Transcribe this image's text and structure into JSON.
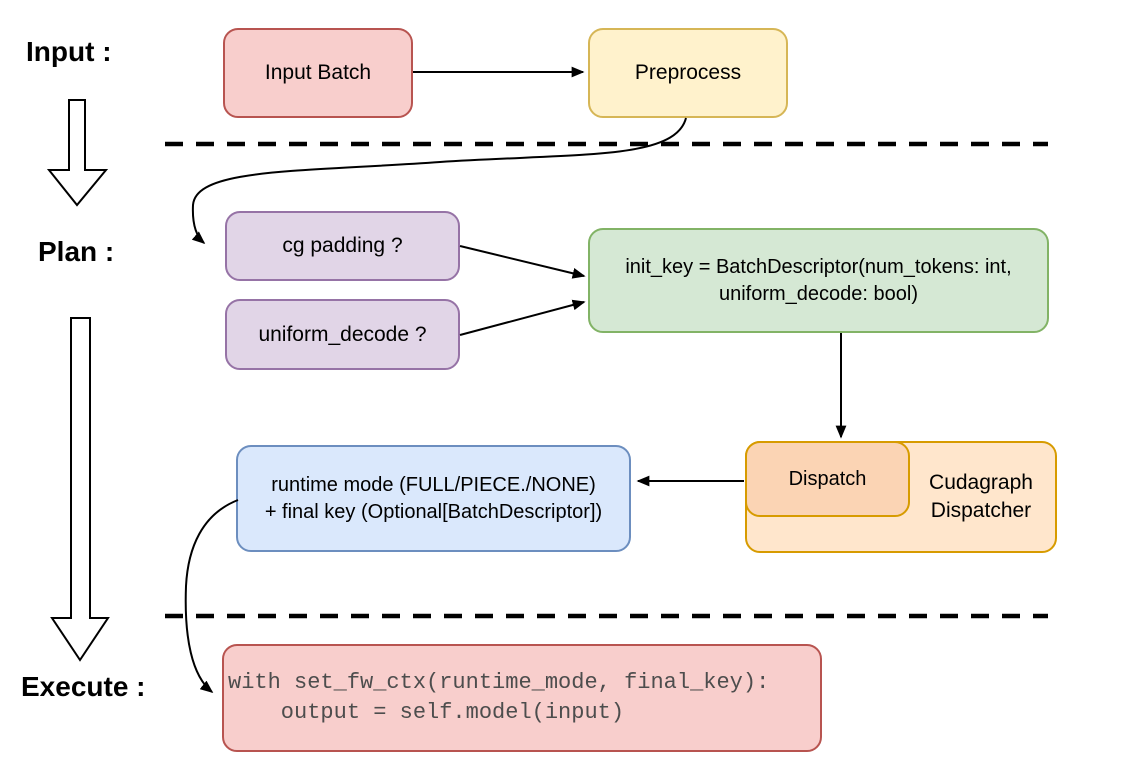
{
  "diagram": {
    "background": "#ffffff",
    "connector_color": "#000000",
    "section_labels": {
      "input": "Input :",
      "plan": "Plan :",
      "execute": "Execute :"
    },
    "nodes": {
      "input_batch": {
        "label": "Input Batch",
        "fill": "#f8cecc",
        "stroke": "#b85450",
        "text_color": "#000000"
      },
      "preprocess": {
        "label": "Preprocess",
        "fill": "#fff2cc",
        "stroke": "#d6b656",
        "text_color": "#000000"
      },
      "cg_padding": {
        "label": "cg padding ?",
        "fill": "#e1d5e7",
        "stroke": "#9673a6",
        "text_color": "#000000"
      },
      "uniform_decode": {
        "label": "uniform_decode ?",
        "fill": "#e1d5e7",
        "stroke": "#9673a6",
        "text_color": "#000000"
      },
      "init_key": {
        "label": "init_key = BatchDescriptor(num_tokens: int,\nuniform_decode: bool)",
        "fill": "#d5e8d4",
        "stroke": "#82b366",
        "text_color": "#000000"
      },
      "cudagraph_dispatcher": {
        "label": "Cudagraph\nDispatcher",
        "fill": "#ffe6cc",
        "stroke": "#d79b00",
        "text_color": "#000000"
      },
      "dispatch": {
        "label": "Dispatch",
        "fill": "#fbd4b4",
        "stroke": "#d79b00",
        "text_color": "#000000"
      },
      "runtime_mode": {
        "label": "runtime mode (FULL/PIECE./NONE)\n+ final key (Optional[BatchDescriptor])",
        "fill": "#dae8fc",
        "stroke": "#6c8ebf",
        "text_color": "#000000"
      },
      "execute_code": {
        "label": "with set_fw_ctx(runtime_mode, final_key):\n    output = self.model(input)",
        "fill": "#f8cecc",
        "stroke": "#b85450",
        "text_color": "#4d4d4d"
      }
    }
  }
}
